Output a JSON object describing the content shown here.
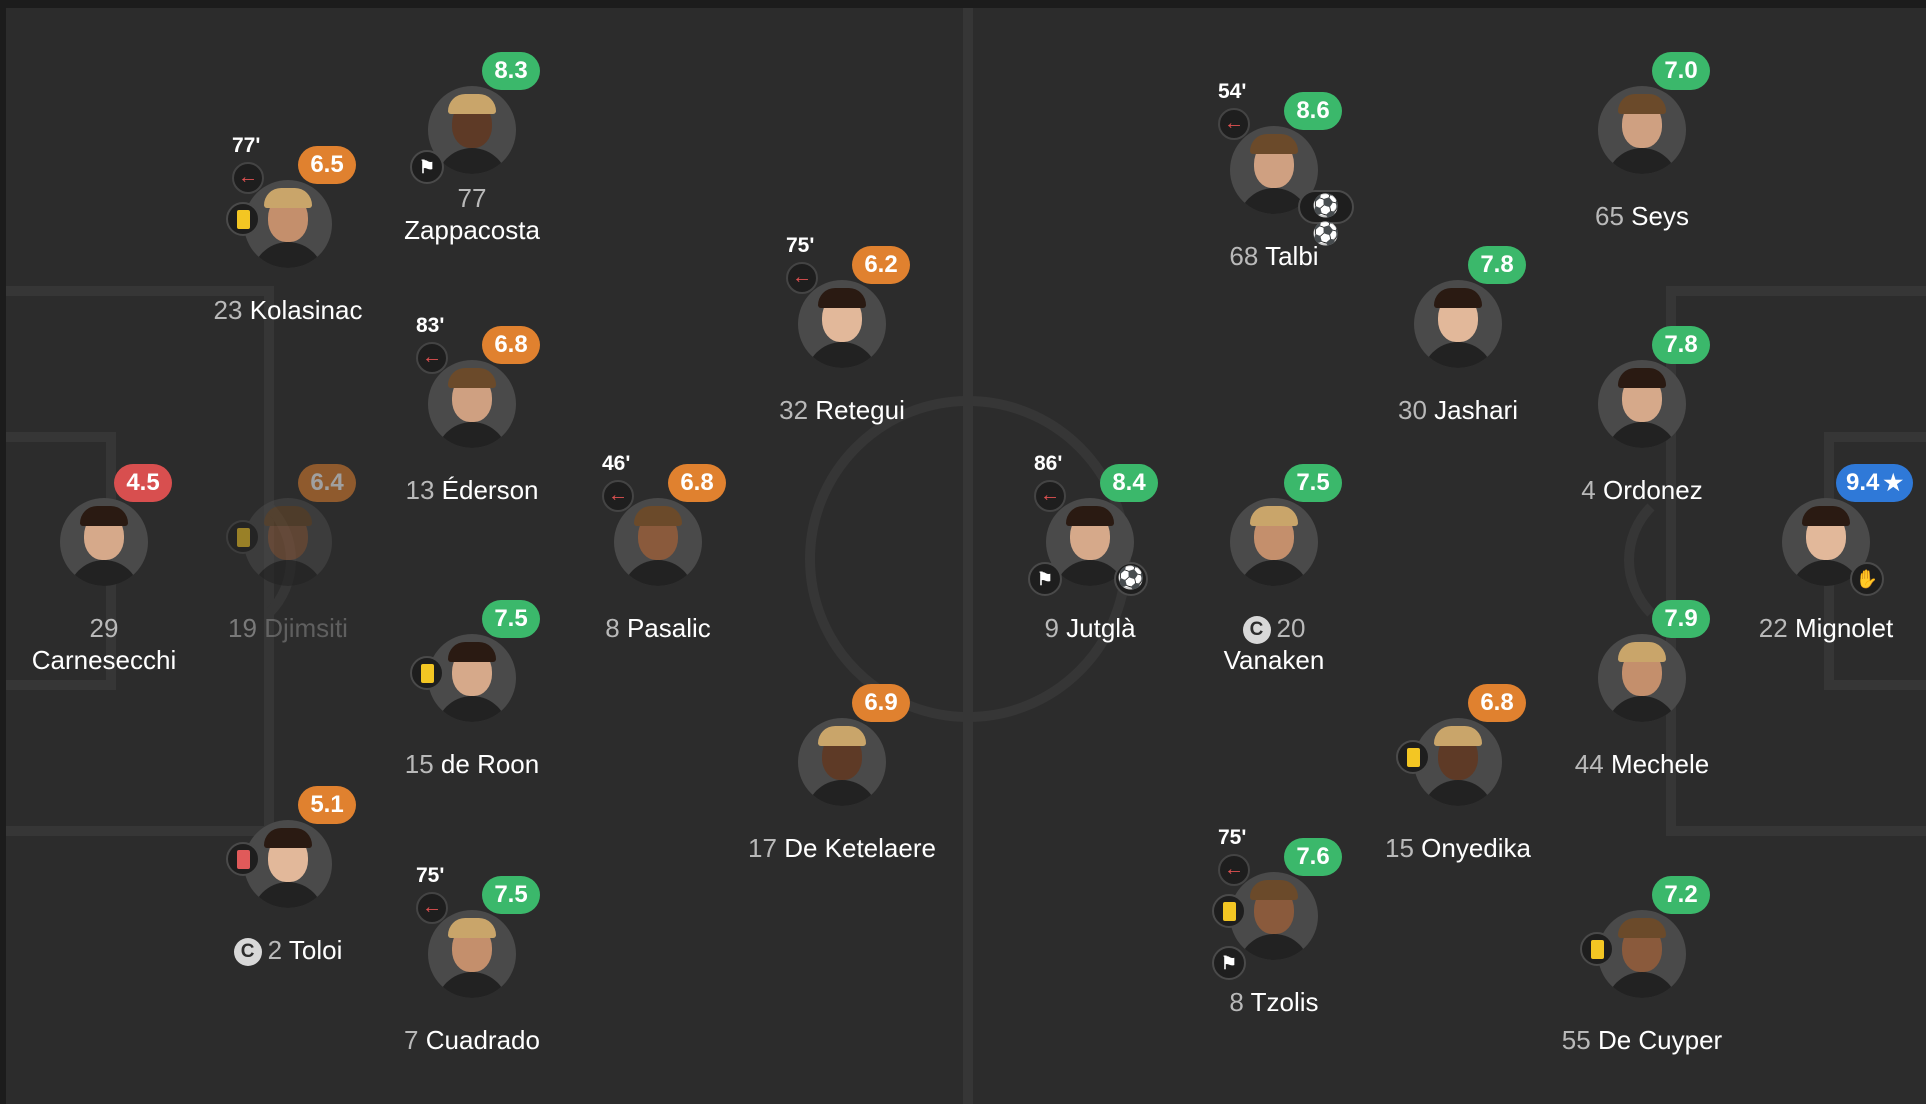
{
  "colors": {
    "background": "#2c2c2c",
    "pitch_lines": "#363636",
    "rating_green": "#3bb86b",
    "rating_orange": "#e0812f",
    "rating_red": "#d84f4f",
    "rating_top": "#2f79d8",
    "yellow_card": "#f3c623",
    "red_card": "#e05a5a"
  },
  "icons": {
    "substitution": "substitution-off-icon",
    "assist": "boot-icon",
    "goal": "ball-icon",
    "captain": "captain-icon",
    "save": "glove-icon",
    "top_rated": "star-icon"
  },
  "home": {
    "players": [
      {
        "id": "carnesecchi",
        "number": "29",
        "name": "Carnesecchi",
        "rating": "4.5",
        "rating_class": "red"
      },
      {
        "id": "kolasinac",
        "number": "23",
        "name": "Kolasinac",
        "rating": "6.5",
        "rating_class": "orange",
        "sub_time": "77'",
        "sub_glyph": "←",
        "yellow": true
      },
      {
        "id": "djimsiti",
        "number": "19",
        "name": "Djimsiti",
        "rating": "6.4",
        "rating_class": "orange",
        "yellow": true
      },
      {
        "id": "toloi",
        "number": "2",
        "name": "Toloi",
        "rating": "5.1",
        "rating_class": "orange",
        "red": true,
        "captain": "C"
      },
      {
        "id": "zappacosta",
        "number": "77",
        "name": "Zappacosta",
        "rating": "8.3",
        "rating_class": "green",
        "assist": true
      },
      {
        "id": "ederson",
        "number": "13",
        "name": "Éderson",
        "rating": "6.8",
        "rating_class": "orange",
        "sub_time": "83'",
        "sub_glyph": "←"
      },
      {
        "id": "deroon",
        "number": "15",
        "name": "de Roon",
        "rating": "7.5",
        "rating_class": "green",
        "yellow": true
      },
      {
        "id": "cuadrado",
        "number": "7",
        "name": "Cuadrado",
        "rating": "7.5",
        "rating_class": "green",
        "sub_time": "75'",
        "sub_glyph": "←"
      },
      {
        "id": "pasalic",
        "number": "8",
        "name": "Pasalic",
        "rating": "6.8",
        "rating_class": "orange",
        "sub_time": "46'",
        "sub_glyph": "←"
      },
      {
        "id": "retegui",
        "number": "32",
        "name": "Retegui",
        "rating": "6.2",
        "rating_class": "orange",
        "sub_time": "75'",
        "sub_glyph": "←"
      },
      {
        "id": "deketelaere",
        "number": "17",
        "name": "De Ketelaere",
        "rating": "6.9",
        "rating_class": "orange"
      }
    ]
  },
  "away": {
    "players": [
      {
        "id": "talbi",
        "number": "68",
        "name": "Talbi",
        "rating": "8.6",
        "rating_class": "green",
        "sub_time": "54'",
        "sub_glyph": "←",
        "goals": "⚽⚽"
      },
      {
        "id": "jutgla",
        "number": "9",
        "name": "Jutglà",
        "rating": "8.4",
        "rating_class": "green",
        "sub_time": "86'",
        "sub_glyph": "←",
        "assist": true,
        "goals": "⚽"
      },
      {
        "id": "vanaken",
        "number": "20",
        "name": "Vanaken",
        "rating": "7.5",
        "rating_class": "green",
        "captain": "C"
      },
      {
        "id": "tzolis",
        "number": "8",
        "name": "Tzolis",
        "rating": "7.6",
        "rating_class": "green",
        "sub_time": "75'",
        "sub_glyph": "←",
        "yellow": true,
        "assist": true
      },
      {
        "id": "jashari",
        "number": "30",
        "name": "Jashari",
        "rating": "7.8",
        "rating_class": "green"
      },
      {
        "id": "onyedika",
        "number": "15",
        "name": "Onyedika",
        "rating": "6.8",
        "rating_class": "orange",
        "yellow": true
      },
      {
        "id": "seys",
        "number": "65",
        "name": "Seys",
        "rating": "7.0",
        "rating_class": "green"
      },
      {
        "id": "ordonez",
        "number": "4",
        "name": "Ordonez",
        "rating": "7.8",
        "rating_class": "green"
      },
      {
        "id": "mechele",
        "number": "44",
        "name": "Mechele",
        "rating": "7.9",
        "rating_class": "green"
      },
      {
        "id": "decuyper",
        "number": "55",
        "name": "De Cuyper",
        "rating": "7.2",
        "rating_class": "green",
        "yellow": true
      },
      {
        "id": "mignolet",
        "number": "22",
        "name": "Mignolet",
        "rating": "9.4",
        "rating_class": "blue",
        "top_rated": "★",
        "save": "✋"
      }
    ]
  }
}
